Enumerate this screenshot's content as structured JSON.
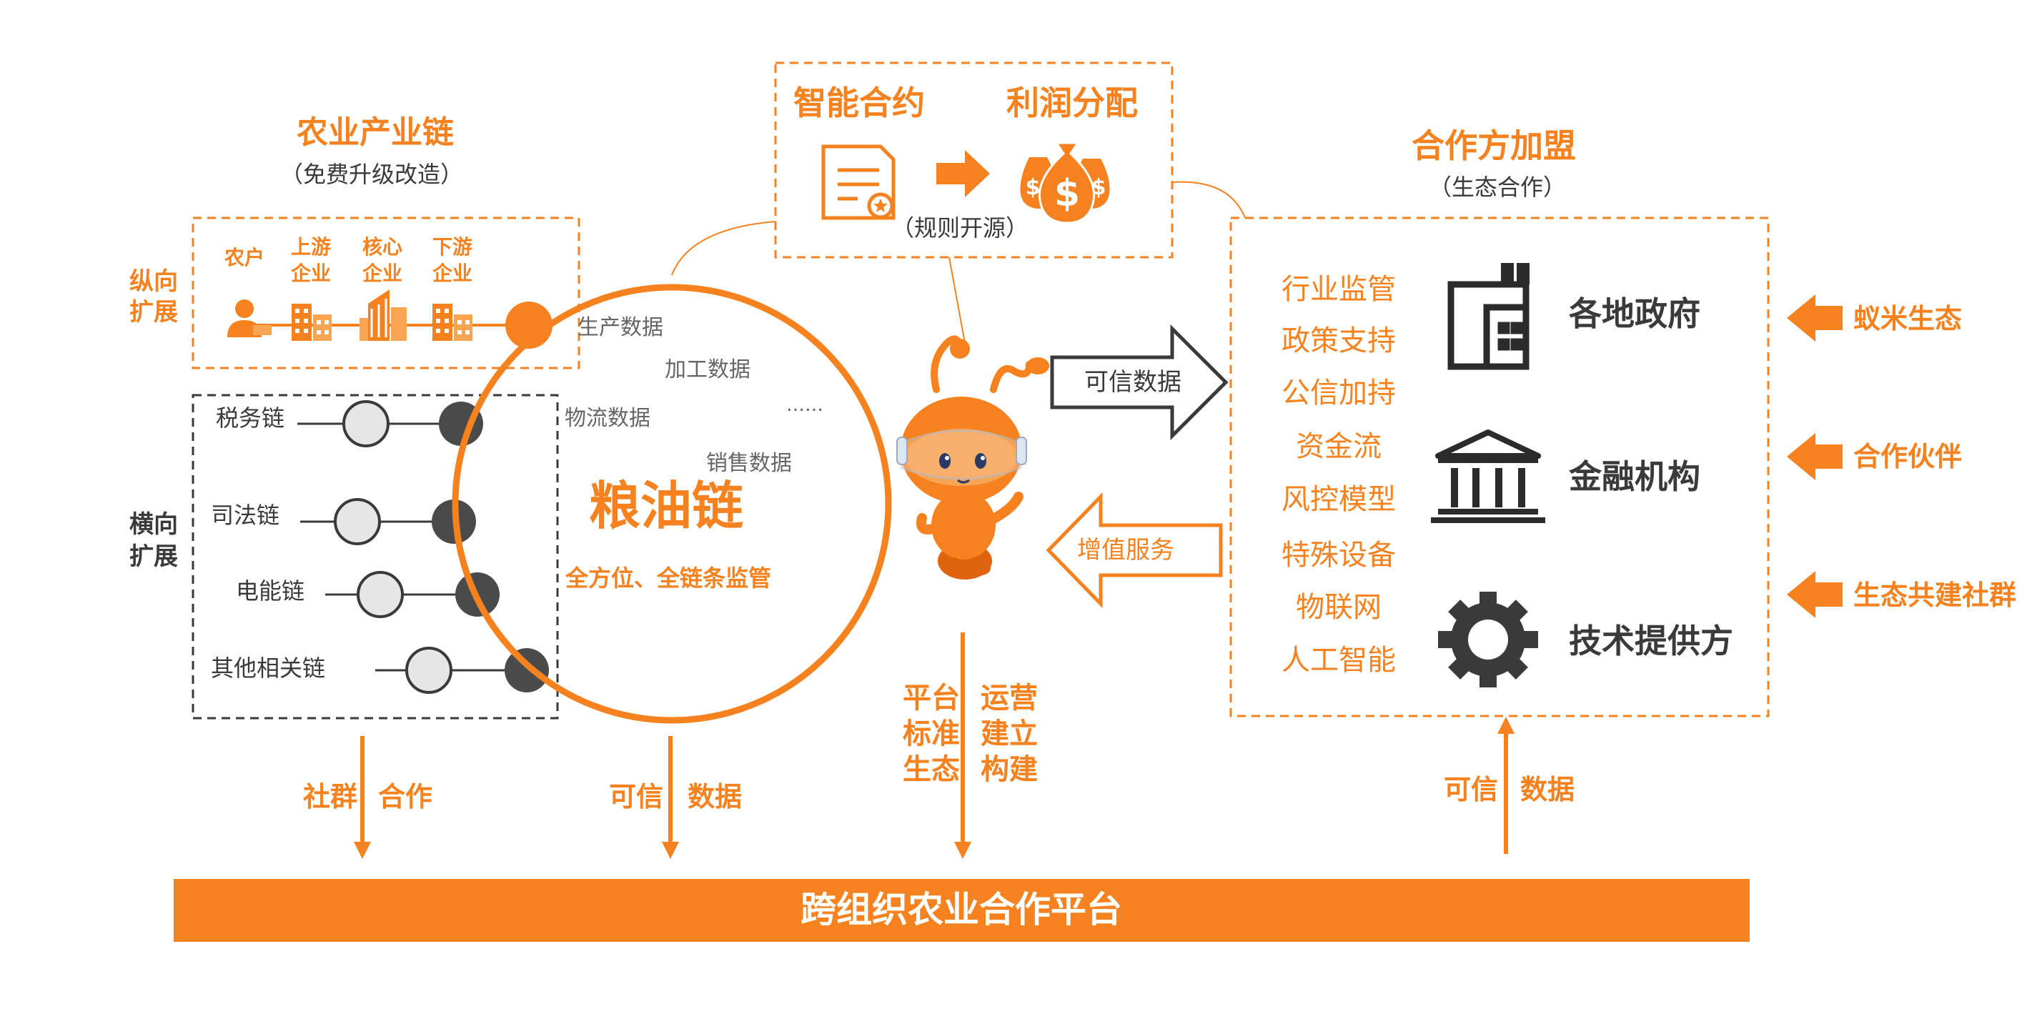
{
  "colors": {
    "orange": "#F5821F",
    "orange_light": "#F7A453",
    "dark": "#3A3A3A",
    "gray_text": "#666666",
    "node_light": "#E6E6E6",
    "ant_body": "#F5821F",
    "ant_dark": "#E0640E",
    "white": "#FFFFFF"
  },
  "left_panel": {
    "title": "农业产业链",
    "subtitle": "（免费升级改造）",
    "vertical_label_1": "纵向",
    "vertical_label_2": "扩展",
    "horizontal_label_1": "横向",
    "horizontal_label_2": "扩展",
    "vertical_nodes": [
      {
        "line1": "农户",
        "line2": "",
        "icon": "farmer-icon"
      },
      {
        "line1": "上游",
        "line2": "企业",
        "icon": "building-icon"
      },
      {
        "line1": "核心",
        "line2": "企业",
        "icon": "tower-icon"
      },
      {
        "line1": "下游",
        "line2": "企业",
        "icon": "building-icon"
      }
    ],
    "horizontal_chains": [
      "税务链",
      "司法链",
      "电能链",
      "其他相关链"
    ]
  },
  "center_circle": {
    "main_label": "粮油链",
    "sub_label": "全方位、全链条监管",
    "data_labels": [
      "生产数据",
      "加工数据",
      "物流数据",
      "销售数据",
      "……"
    ]
  },
  "top_panel": {
    "smart_contract": "智能合约",
    "profit_sharing": "利润分配",
    "rules_note": "（规则开源）",
    "icons": [
      "contract-document-icon",
      "arrow-right-icon",
      "money-bags-icon"
    ]
  },
  "arrows": {
    "trusted_data_right": "可信数据",
    "value_added_left": "增值服务"
  },
  "right_panel": {
    "title": "合作方加盟",
    "subtitle": "（生态合作）",
    "services": [
      "行业监管",
      "政策支持",
      "公信加持",
      "资金流",
      "风控模型",
      "特殊设备",
      "物联网",
      "人工智能"
    ],
    "partners": [
      {
        "label": "各地政府",
        "icon": "government-building-icon"
      },
      {
        "label": "金融机构",
        "icon": "bank-icon"
      },
      {
        "label": "技术提供方",
        "icon": "gear-icon"
      }
    ],
    "ecosystem": [
      "蚁米生态",
      "合作伙伴",
      "生态共建社群"
    ]
  },
  "bottom": {
    "platform": "跨组织农业合作平台",
    "community_left": "社群",
    "community_right": "合作",
    "trusted_left_1": "可信",
    "trusted_right_1": "数据",
    "center_col_1": [
      "平台",
      "标准",
      "生态"
    ],
    "center_col_2": [
      "运营",
      "建立",
      "构建"
    ],
    "trusted_left_2": "可信",
    "trusted_right_2": "数据"
  }
}
